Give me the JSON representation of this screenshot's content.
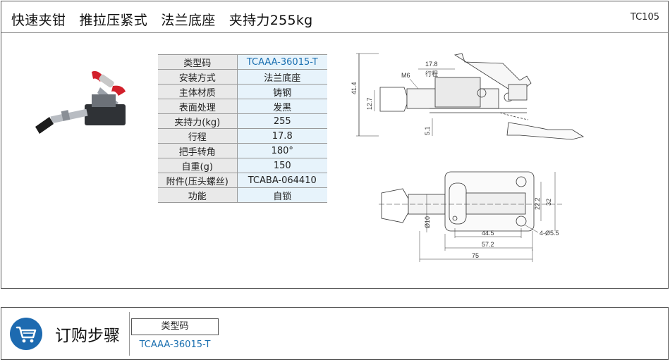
{
  "header": {
    "title": "快速夹钳　推拉压紧式　法兰底座　夹持力255kg",
    "code": "TC105"
  },
  "specs": [
    {
      "k": "类型码",
      "v": "TCAAA-36015-T"
    },
    {
      "k": "安装方式",
      "v": "法兰底座"
    },
    {
      "k": "主体材质",
      "v": "铸钢"
    },
    {
      "k": "表面处理",
      "v": "发黑"
    },
    {
      "k": "夹持力(kg)",
      "v": "255"
    },
    {
      "k": "行程",
      "v": "17.8"
    },
    {
      "k": "把手转角",
      "v": "180°"
    },
    {
      "k": "自重(g)",
      "v": "150"
    },
    {
      "k": "附件(压头螺丝)",
      "v": "TCABA-064410"
    },
    {
      "k": "功能",
      "v": "自锁"
    }
  ],
  "drawing": {
    "d_41_4": "41.4",
    "d_17_8": "17.8",
    "stroke": "行程",
    "m6": "M6",
    "d_12_7": "12.7",
    "d_5_1": "5.1",
    "d_22_2": "22.2",
    "d_32": "32",
    "phi10": "Ø10",
    "d_44_5": "44.5",
    "d_57_2": "57.2",
    "d_75": "75",
    "holes": "4-Ø5.5"
  },
  "order": {
    "title": "订购步骤",
    "label": "类型码",
    "value": "TCAAA-36015-T"
  },
  "icons": {
    "cart": "shopping-cart-icon"
  },
  "colors": {
    "accent": "#1d6ab0",
    "table_value_bg": "#e7f3fb",
    "table_key_bg": "#e9e9e9"
  }
}
